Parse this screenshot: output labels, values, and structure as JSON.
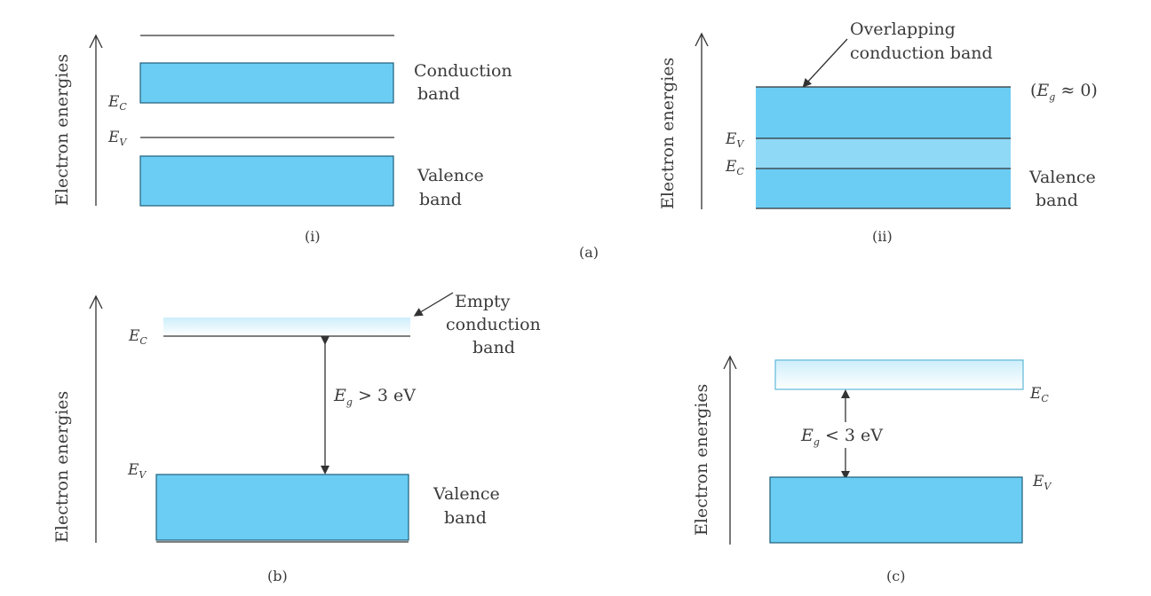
{
  "colors": {
    "band_fill": "#6bcdf4",
    "overlap_fill": "#8fd9f6",
    "empty_band_top": "#cdeefb",
    "line": "#333333"
  },
  "panel_a_i": {
    "axis_label": "Electron energies",
    "ec_sym": "E",
    "ec_sub": "C",
    "ev_sym": "E",
    "ev_sub": "V",
    "conduction_line1": "Conduction",
    "conduction_line2": "band",
    "valence_line1": "Valence",
    "valence_line2": "band",
    "caption": "(i)"
  },
  "panel_a_ii": {
    "axis_label": "Electron energies",
    "overlap_line1": "Overlapping",
    "overlap_line2": "conduction band",
    "eg_open": "(",
    "eg_sym": "E",
    "eg_sub": "g",
    "eg_rest": " ≈ 0)",
    "ev_sym": "E",
    "ev_sub": "V",
    "ec_sym": "E",
    "ec_sub": "C",
    "valence_line1": "Valence",
    "valence_line2": "band",
    "caption": "(ii)"
  },
  "panel_a_caption": "(a)",
  "panel_b": {
    "axis_label": "Electron energies",
    "empty_line1": "Empty",
    "empty_line2": "conduction",
    "empty_line3": "band",
    "ec_sym": "E",
    "ec_sub": "C",
    "ev_sym": "E",
    "ev_sub": "V",
    "eg_sym": "E",
    "eg_sub": "g",
    "eg_rest": " > 3 eV",
    "valence_line1": "Valence",
    "valence_line2": "band",
    "caption": "(b)"
  },
  "panel_c": {
    "axis_label": "Electron energies",
    "ec_sym": "E",
    "ec_sub": "C",
    "ev_sym": "E",
    "ev_sub": "V",
    "eg_sym": "E",
    "eg_sub": "g",
    "eg_rest": " < 3 eV",
    "caption": "(c)"
  }
}
